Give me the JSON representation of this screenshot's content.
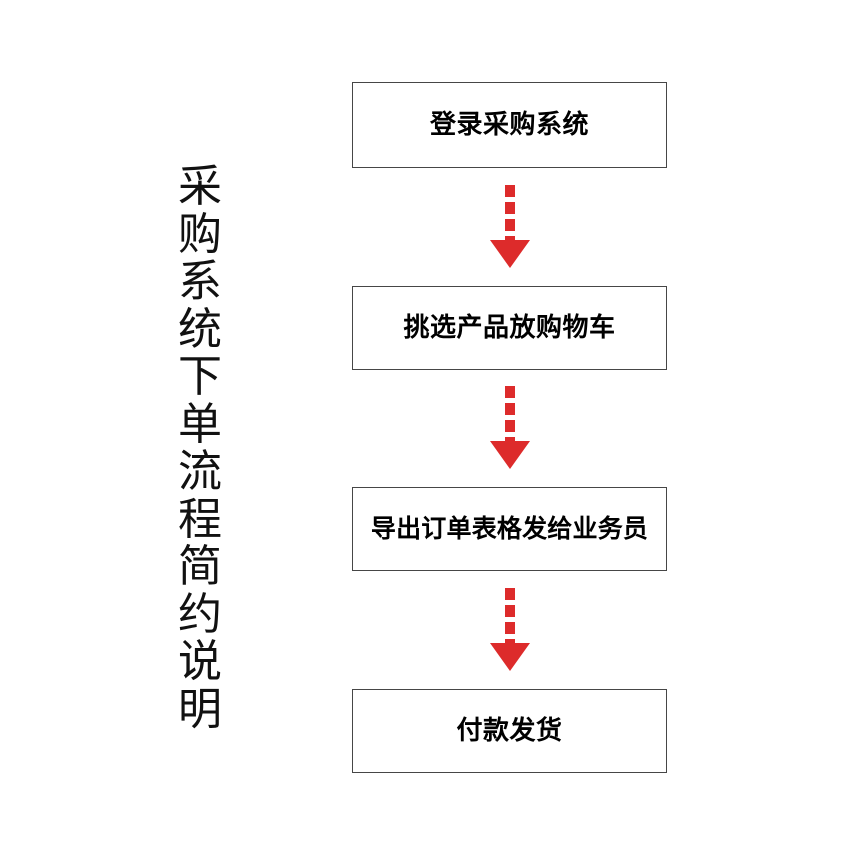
{
  "document": {
    "type": "flowchart",
    "orientation": "vertical-top-down",
    "background_color": "#ffffff"
  },
  "title": {
    "text": "采购系统下单流程简约说明",
    "orientation": "vertical",
    "color": "#111111",
    "characters": [
      "采",
      "购",
      "系",
      "统",
      "下",
      "单",
      "流",
      "程",
      "简",
      "约",
      "说",
      "明"
    ]
  },
  "flow": {
    "box_border_color": "#464646",
    "box_fill_color": "#ffffff",
    "arrow_color": "#DD2B2B",
    "arrow_style": "dashed-shaft-solid-head",
    "steps": [
      {
        "id": "step-1",
        "label": "登录采购系统"
      },
      {
        "id": "step-2",
        "label": "挑选产品放购物车"
      },
      {
        "id": "step-3",
        "label": "导出订单表格发给业务员"
      },
      {
        "id": "step-4",
        "label": "付款发货"
      }
    ],
    "connectors": [
      {
        "id": "connector-1",
        "from": "step-1",
        "to": "step-2",
        "icon": "dashed-down-arrow-icon"
      },
      {
        "id": "connector-2",
        "from": "step-2",
        "to": "step-3",
        "icon": "dashed-down-arrow-icon"
      },
      {
        "id": "connector-3",
        "from": "step-3",
        "to": "step-4",
        "icon": "dashed-down-arrow-icon"
      }
    ]
  }
}
